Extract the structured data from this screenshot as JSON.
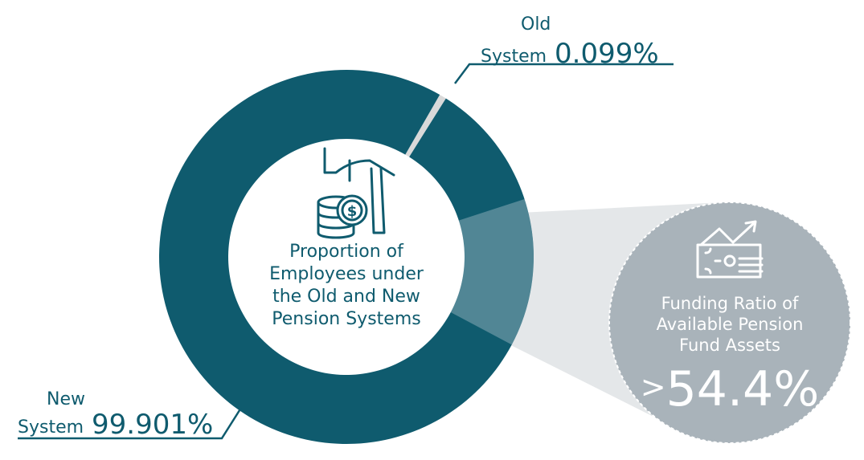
{
  "chart_data": {
    "type": "pie",
    "title": "Proportion of Employees under the Old and New Pension Systems",
    "slices": [
      {
        "name": "Old System",
        "label_line1": "Old",
        "label_line2": "System",
        "value": 0.099,
        "value_label": "0.099%",
        "color": "#d9d9d9"
      },
      {
        "name": "New System",
        "label_line1": "New",
        "label_line2": "System",
        "value": 99.901,
        "value_label": "99.901%",
        "color": "#0f5b6e"
      }
    ],
    "callout": {
      "title": "Funding Ratio of Available Pension Fund Assets",
      "title_lines": [
        "Funding Ratio of",
        "Available Pension",
        "Fund Assets"
      ],
      "prefix": ">",
      "value": "54.4%",
      "color": "#a9b3ba"
    },
    "center_lines": [
      "Proportion of",
      "Employees under",
      "the Old and New",
      "Pension Systems"
    ]
  }
}
